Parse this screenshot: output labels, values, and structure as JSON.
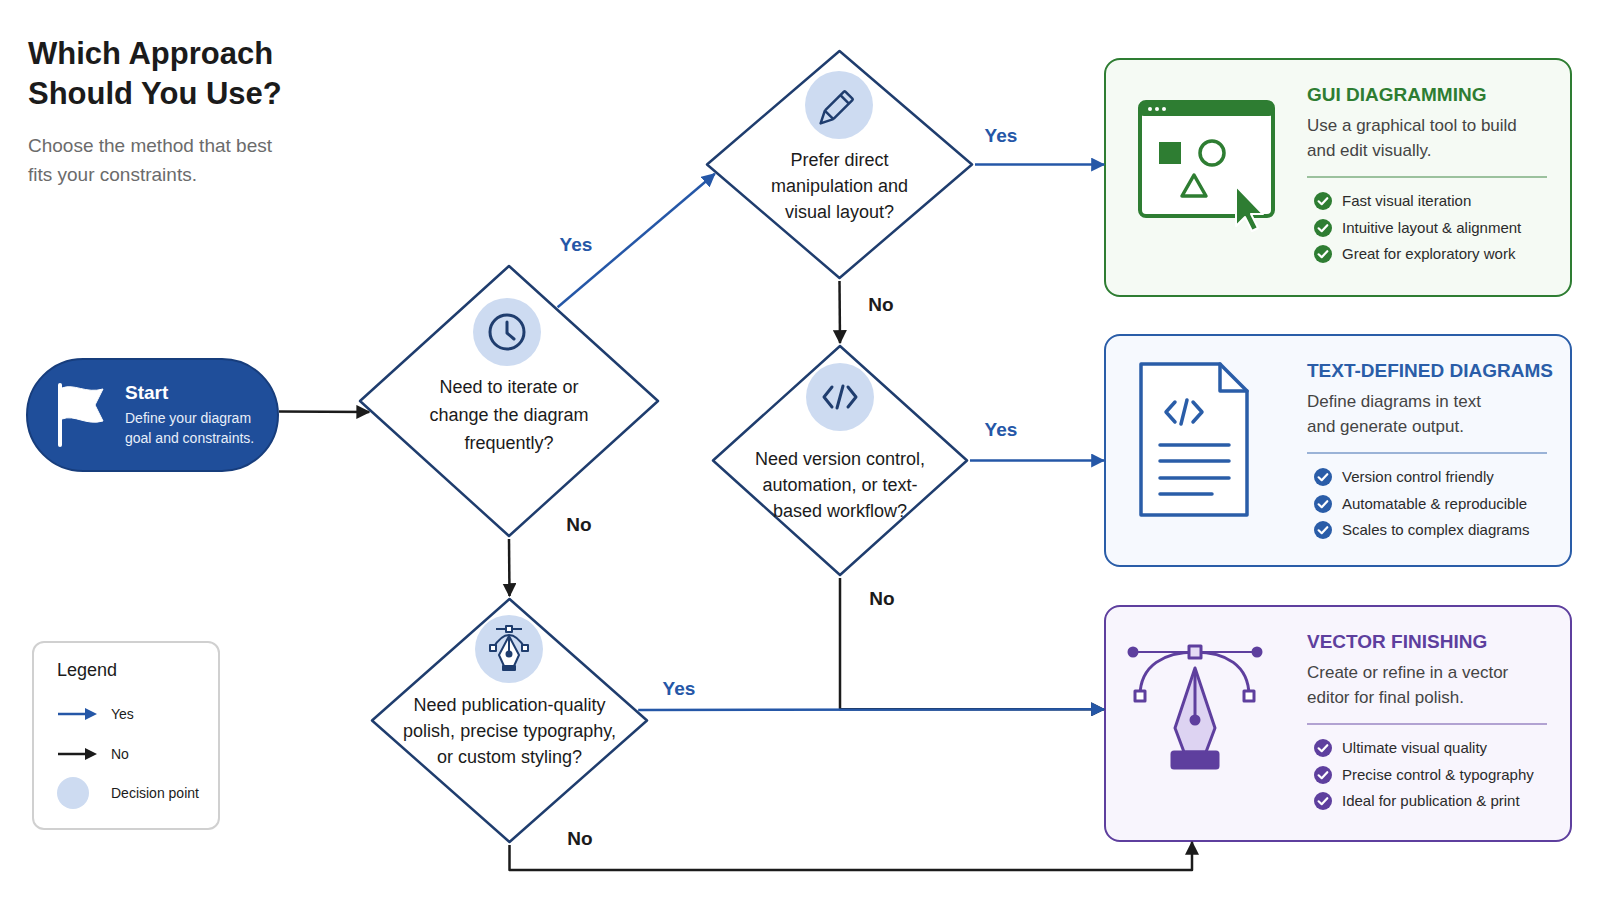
{
  "diagram": {
    "title": "Which Approach Should You Use?",
    "caption": "Choose the method that best fits your constraints.",
    "nodes": [
      {
        "text": [
          "Start",
          "Define your diagram goal and constraints."
        ]
      },
      {
        "text": [
          "Need to iterate or change the diagram frequently?"
        ]
      },
      {
        "text": [
          "Prefer direct manipulation and visual layout?"
        ]
      },
      {
        "text": [
          "Need version control, automation, or text-based workflow?"
        ]
      },
      {
        "text": [
          "Need publication-quality polish, precise typography, or custom styling?"
        ]
      },
      {
        "text": [
          "GUI DIAGRAMMING",
          "Use a graphical tool to build and edit visually.",
          "Fast visual iteration",
          "Intuitive layout & alignment",
          "Great for exploratory work"
        ]
      },
      {
        "text": [
          "TEXT-DEFINED DIAGRAMS",
          "Define diagrams in text and generate output.",
          "Version control friendly",
          "Automatable & reproducible",
          "Scales to complex diagrams"
        ]
      },
      {
        "text": [
          "VECTOR FINISHING",
          "Create or refine in a vector editor for final polish.",
          "Ultimate visual quality",
          "Precise control & typography",
          "Ideal for publication & print"
        ]
      }
    ],
    "edges": [
      {
        "from": 0,
        "to": 1,
        "arrow": "to"
      },
      {
        "from": 1,
        "to": 2,
        "label": "Yes",
        "arrow": "to"
      },
      {
        "from": 1,
        "to": 4,
        "label": "No",
        "arrow": "to"
      },
      {
        "from": 2,
        "to": 5,
        "label": "Yes",
        "arrow": "to"
      },
      {
        "from": 2,
        "to": 3,
        "label": "No",
        "arrow": "to"
      },
      {
        "from": 3,
        "to": 6,
        "label": "Yes",
        "arrow": "to"
      },
      {
        "from": 3,
        "to": 7,
        "label": "No",
        "arrow": "to"
      },
      {
        "from": 4,
        "to": 7,
        "label": "Yes",
        "arrow": "to"
      },
      {
        "from": 4,
        "to": 7,
        "label": "No",
        "arrow": "to"
      }
    ],
    "labels": [
      "Legend"
    ],
    "legend": [
      {
        "text": "Yes"
      },
      {
        "text": "No"
      },
      {
        "text": "Decision point",
        "color": "#cddbf1"
      }
    ]
  }
}
